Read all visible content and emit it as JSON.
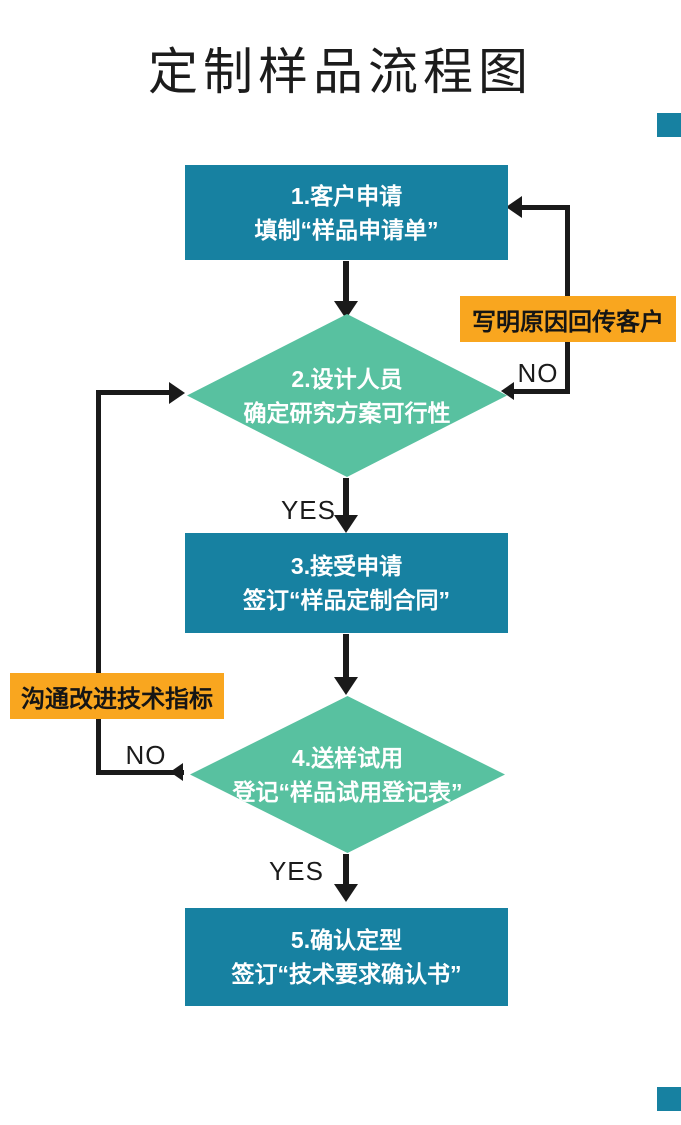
{
  "title": "定制样品流程图",
  "steps": [
    {
      "type": "process",
      "line1": "1.客户申请",
      "line2": "填制“样品申请单”"
    },
    {
      "type": "decision",
      "line1": "2.设计人员",
      "line2": "确定研究方案可行性"
    },
    {
      "type": "process",
      "line1": "3.接受申请",
      "line2": "签订“样品定制合同”"
    },
    {
      "type": "decision",
      "line1": "4.送样试用",
      "line2": "登记“样品试用登记表”"
    },
    {
      "type": "process",
      "line1": "5.确认定型",
      "line2": "签订“技术要求确认书”"
    }
  ],
  "notes": {
    "return_to_customer": "写明原因回传客户",
    "improve_specs": "沟通改进技术指标"
  },
  "branch_labels": {
    "decision2_no": "NO",
    "decision2_yes": "YES",
    "decision4_no": "NO",
    "decision4_yes": "YES"
  },
  "colors": {
    "process_box": "#1781a1",
    "decision_diamond": "#58c1a0",
    "note_label": "#f9a61f",
    "connector": "#1a1a1a",
    "node_text": "#ffffff",
    "corner_marker": "#1781a1"
  }
}
